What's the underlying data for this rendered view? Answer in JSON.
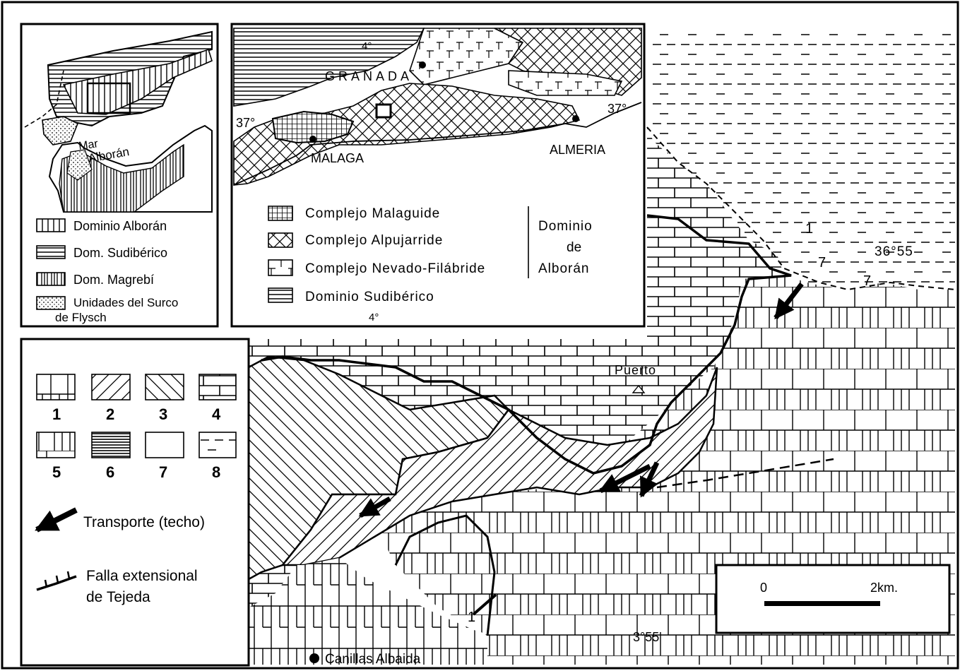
{
  "overview_inset": {
    "label_sea": "Mar",
    "label_sea2": "Alborán",
    "legend": [
      {
        "pattern": "dominio-alboran",
        "label": "Dominio Alborán"
      },
      {
        "pattern": "dom-sudiberico",
        "label": "Dom. Sudibérico"
      },
      {
        "pattern": "dom-magrebi",
        "label": "Dom. Magrebí"
      },
      {
        "pattern": "flysch",
        "label_line1": "Unidades del Surco",
        "label_line2": "de Flysch"
      }
    ]
  },
  "regional_inset": {
    "cities": {
      "granada": "GRANADA",
      "malaga": "MALAGA",
      "almeria": "ALMERIA"
    },
    "lat_left": "37°",
    "lat_right": "37°",
    "lon_top": "4°",
    "lon_bottom": "4°",
    "legend": [
      {
        "pattern": "malaguide",
        "label": "Complejo Malaguide"
      },
      {
        "pattern": "alpujarride",
        "label": "Complejo Alpujarride"
      },
      {
        "pattern": "nevado",
        "label": "Complejo Nevado-Filábride"
      },
      {
        "pattern": "sudiberico",
        "label": "Dominio Sudibérico"
      }
    ],
    "bracket_label": [
      "Dominio",
      "de",
      "Alborán"
    ]
  },
  "main_legend": {
    "units": [
      "1",
      "2",
      "3",
      "4",
      "5",
      "6",
      "7",
      "8"
    ],
    "arrow_label": "Transporte (techo)",
    "fault_label_line1": "Falla extensional",
    "fault_label_line2": "de Tejeda"
  },
  "main_map": {
    "place_puerto": "Puerto",
    "place_canillas": "Canillas Albaida",
    "lat_label": "36°55",
    "lon_label": "3°55'",
    "unit_label_7a": "7",
    "unit_label_7b": "7",
    "unit_label_1a": "1",
    "unit_label_1b": "1",
    "scale": {
      "start": "0",
      "end": "2km."
    }
  }
}
